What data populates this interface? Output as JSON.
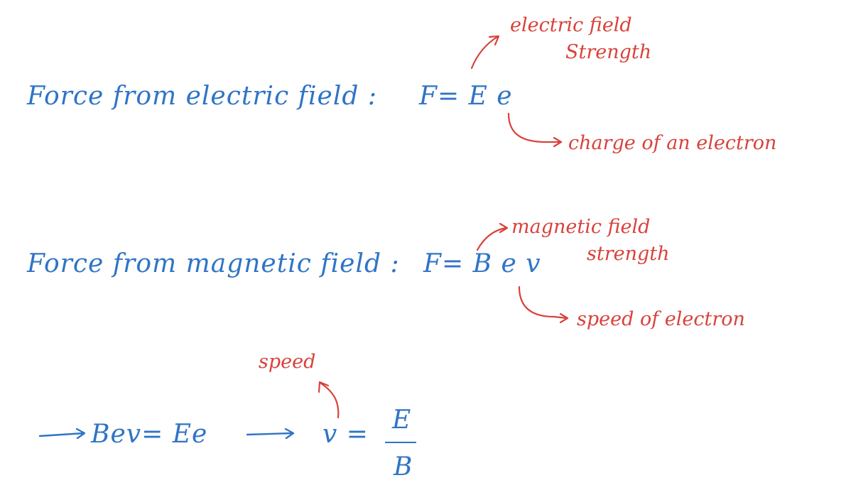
{
  "colors": {
    "ink_blue": "#2f74c6",
    "ink_red": "#d8423b",
    "background": "#ffffff"
  },
  "electric": {
    "label": "Force from electric field :",
    "equation": "F= E e",
    "annotation_field_line1": "electric field",
    "annotation_field_line2": "Strength",
    "annotation_charge": "charge of an electron"
  },
  "magnetic": {
    "label": "Force from magnetic field :",
    "equation": "F= B e v",
    "annotation_field_line1": "magnetic field",
    "annotation_field_line2": "strength",
    "annotation_speed": "speed of electron"
  },
  "result": {
    "equation": "Bev= Ee",
    "v_label": "v =",
    "numerator": "E",
    "denominator": "B",
    "annotation": "speed"
  }
}
